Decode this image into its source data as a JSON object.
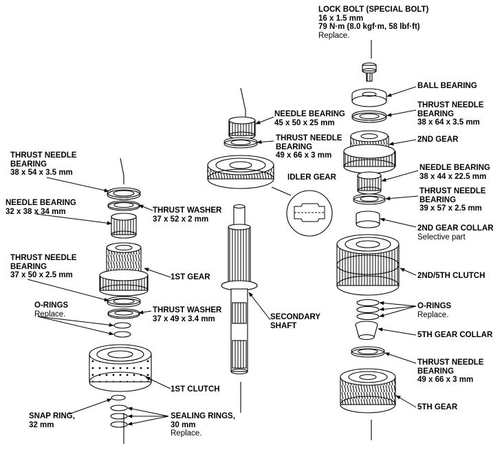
{
  "labels": {
    "lock_bolt": {
      "l1": "LOCK BOLT (SPECIAL BOLT)",
      "l2": "16 x 1.5 mm",
      "l3": "79 N·m (8.0 kgf·m, 58 lbf·ft)",
      "l4": "Replace."
    },
    "ball_bearing": {
      "l1": "BALL BEARING"
    },
    "thrust_needle_38_64": {
      "l1": "THRUST NEEDLE",
      "l2": "BEARING",
      "l3": "38 x 64 x 3.5 mm"
    },
    "second_gear": {
      "l1": "2ND GEAR"
    },
    "needle_38_44": {
      "l1": "NEEDLE BEARING",
      "l2": "38 x 44 x 22.5 mm"
    },
    "thrust_needle_39_57": {
      "l1": "THRUST NEEDLE",
      "l2": "BEARING",
      "l3": "39 x 57 x 2.5 mm"
    },
    "second_gear_collar": {
      "l1": "2ND GEAR COLLAR",
      "l2": "Selective part"
    },
    "clutch_2_5": {
      "l1": "2ND/5TH CLUTCH"
    },
    "orings_right": {
      "l1": "O-RINGS",
      "l2": "Replace."
    },
    "fifth_gear_collar": {
      "l1": "5TH GEAR COLLAR"
    },
    "thrust_needle_49_66_r": {
      "l1": "THRUST NEEDLE",
      "l2": "BEARING",
      "l3": "49 x 66 x 3 mm"
    },
    "fifth_gear": {
      "l1": "5TH GEAR"
    },
    "needle_45_50": {
      "l1": "NEEDLE BEARING",
      "l2": "45 x 50 x 25 mm"
    },
    "thrust_needle_49_66_c": {
      "l1": "THRUST NEEDLE",
      "l2": "BEARING",
      "l3": "49 x 66 x 3 mm"
    },
    "idler_gear": {
      "l1": "IDLER GEAR"
    },
    "secondary_shaft": {
      "l1": "SECONDARY",
      "l2": "SHAFT"
    },
    "thrust_needle_38_54": {
      "l1": "THRUST NEEDLE",
      "l2": "BEARING",
      "l3": "38 x 54 x 3.5 mm"
    },
    "needle_32_38": {
      "l1": "NEEDLE BEARING",
      "l2": "32 x 38 x 34 mm"
    },
    "thrust_washer_37_52": {
      "l1": "THRUST WASHER",
      "l2": "37 x 52 x 2 mm"
    },
    "thrust_needle_37_50": {
      "l1": "THRUST NEEDLE",
      "l2": "BEARING",
      "l3": "37 x 50 x 2.5 mm"
    },
    "first_gear": {
      "l1": "1ST GEAR"
    },
    "orings_left": {
      "l1": "O-RINGS",
      "l2": "Replace."
    },
    "thrust_washer_37_49": {
      "l1": "THRUST WASHER",
      "l2": "37 x 49 x 3.4 mm"
    },
    "first_clutch": {
      "l1": "1ST CLUTCH"
    },
    "snap_ring": {
      "l1": "SNAP RING,",
      "l2": "32 mm"
    },
    "sealing_rings": {
      "l1": "SEALING RINGS,",
      "l2": "30 mm",
      "l3": "Replace."
    }
  }
}
